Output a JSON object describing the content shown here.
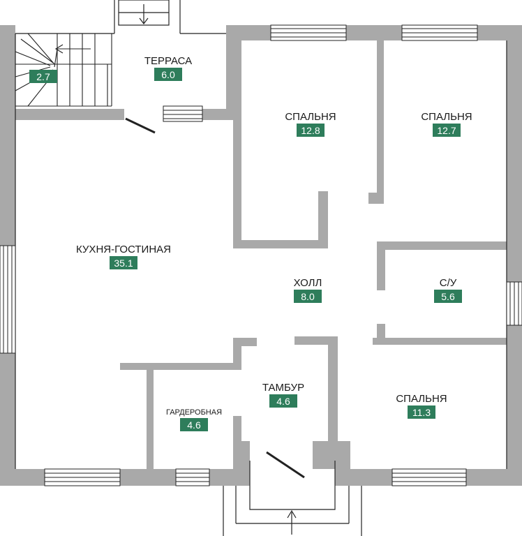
{
  "colors": {
    "wall": "#a9a9a9",
    "badge": "#2e7d5b",
    "line": "#222222",
    "background": "#ffffff"
  },
  "rooms": {
    "terrace": {
      "name": "ТЕРРАСА",
      "area": "6.0"
    },
    "stairs": {
      "area": "2.7"
    },
    "bedroom1": {
      "name": "СПАЛЬНЯ",
      "area": "12.8"
    },
    "bedroom2": {
      "name": "СПАЛЬНЯ",
      "area": "12.7"
    },
    "kitchen": {
      "name": "КУХНЯ-ГОСТИНАЯ",
      "area": "35.1"
    },
    "hall": {
      "name": "ХОЛЛ",
      "area": "8.0"
    },
    "bathroom": {
      "name": "С/У",
      "area": "5.6"
    },
    "vestibule": {
      "name": "ТАМБУР",
      "area": "4.6"
    },
    "wardrobe": {
      "name": "ГАРДЕРОБНАЯ",
      "area": "4.6"
    },
    "bedroom3": {
      "name": "СПАЛЬНЯ",
      "area": "11.3"
    }
  }
}
